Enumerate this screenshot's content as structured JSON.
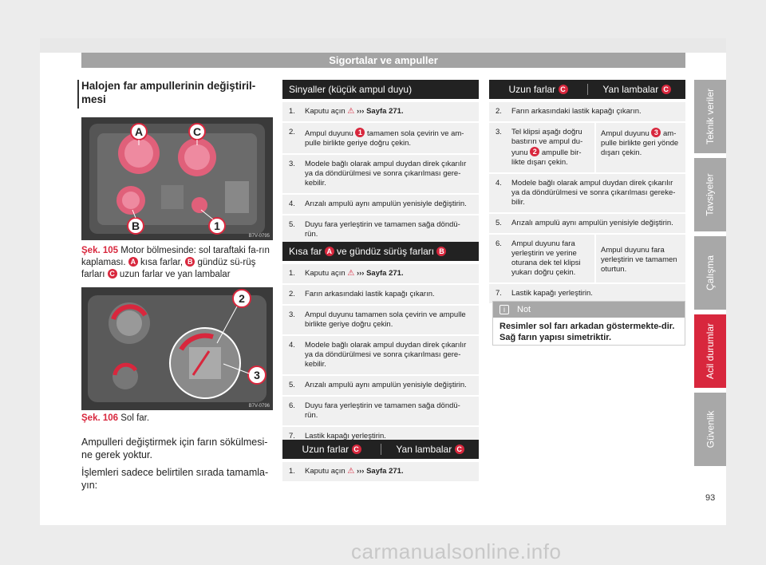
{
  "header": {
    "title": "Sigortalar ve ampuller"
  },
  "section_title": "Halojen far ampullerinin değiştiril-mesi",
  "figure105": {
    "image_code": "B7V-0795",
    "labels": [
      "A",
      "B",
      "C",
      "1"
    ],
    "caption_label": "Şek. 105",
    "caption_1": "Motor bölmesinde: sol taraftaki fa-rın kaplaması.",
    "marker_a": "A",
    "caption_2": "kısa farlar,",
    "marker_b": "B",
    "caption_3": "gündüz sü-rüş farları",
    "marker_c": "C",
    "caption_4": "uzun farlar ve yan lambalar"
  },
  "figure106": {
    "image_code": "B7V-0796",
    "labels": [
      "2",
      "3"
    ],
    "caption_label": "Şek. 106",
    "caption_1": "Sol far."
  },
  "body": {
    "p1": "Ampulleri değiştirmek için farın sökülmesi-ne gerek yoktur.",
    "p2": "İşlemleri sadece belirtilen sırada tamamla-yın:"
  },
  "table_sinyal": {
    "title": "Sinyaller (küçük ampul duyu)",
    "rows": [
      {
        "n": "1.",
        "a": "Kaputu açın",
        "ref": "››› Sayfa 271."
      },
      {
        "n": "2.",
        "a": "Ampul duyunu",
        "m": "1",
        "b": "tamamen sola çevirin ve am-pulle birlikte geriye doğru çekin."
      },
      {
        "n": "3.",
        "t": "Modele bağlı olarak ampul duydan direk çıkarılır ya da döndürülmesi ve sonra çıkarılması gere-kebilir."
      },
      {
        "n": "4.",
        "t": "Arızalı ampulü aynı ampulün yenisiyle değiştirin."
      },
      {
        "n": "5.",
        "t": "Duyu fara yerleştirin ve tamamen sağa döndü-rün."
      }
    ]
  },
  "table_kisa": {
    "title_1": "Kısa far",
    "marker_a": "A",
    "title_2": "ve gündüz sürüş farları",
    "marker_b": "B",
    "rows": [
      {
        "n": "1.",
        "a": "Kaputu açın",
        "ref": "››› Sayfa 271."
      },
      {
        "n": "2.",
        "t": "Farın arkasındaki lastik kapağı çıkarın."
      },
      {
        "n": "3.",
        "t": "Ampul duyunu tamamen sola çevirin ve ampulle birlikte geriye doğru çekin."
      },
      {
        "n": "4.",
        "t": "Modele bağlı olarak ampul duydan direk çıkarılır ya da döndürülmesi ve sonra çıkarılması gere-kebilir."
      },
      {
        "n": "5.",
        "t": "Arızalı ampulü aynı ampulün yenisiyle değiştirin."
      },
      {
        "n": "6.",
        "t": "Duyu fara yerleştirin ve tamamen sağa döndü-rün."
      },
      {
        "n": "7.",
        "t": "Lastik kapağı yerleştirin."
      }
    ]
  },
  "table_uzun_left": {
    "col1": "Uzun farlar",
    "marker1": "C",
    "col2": "Yan lambalar",
    "marker2": "C",
    "rows": [
      {
        "n": "1.",
        "a": "Kaputu açın",
        "ref": "››› Sayfa 271."
      }
    ]
  },
  "table_uzun_right": {
    "col1": "Uzun farlar",
    "marker1": "C",
    "col2": "Yan lambalar",
    "marker2": "C",
    "row2": {
      "n": "2.",
      "t": "Farın arkasındaki lastik kapağı çıkarın."
    },
    "row3": {
      "n": "3.",
      "l1": "Tel klipsi aşağı doğru bastırın ve ampul du-yunu",
      "lm": "2",
      "l2": "ampulle bir-likte dışarı çekin.",
      "r1": "Ampul duyunu",
      "rm": "3",
      "r2": "am-pulle birlikte geri yönde dışarı çekin."
    },
    "row4": {
      "n": "4.",
      "t": "Modele bağlı olarak ampul duydan direk çıkarılır ya da döndürülmesi ve sonra çıkarılması gereke-bilir."
    },
    "row5": {
      "n": "5.",
      "t": "Arızalı ampulü aynı ampulün yenisiyle değiştirin."
    },
    "row6": {
      "n": "6.",
      "l": "Ampul duyunu fara yerleştirin ve yerine oturana dek tel klipsi yukarı doğru çekin.",
      "r": "Ampul duyunu fara yerleştirin ve tamamen oturtun."
    },
    "row7": {
      "n": "7.",
      "t": "Lastik kapağı yerleştirin."
    }
  },
  "note": {
    "title": "Not",
    "text": "Resimler sol farı arkadan göstermekte-dir. Sağ farın yapısı simetriktir."
  },
  "tabs": [
    "Teknik veriler",
    "Tavsiyeler",
    "Çalışma",
    "Acil durumlar",
    "Güvenlik"
  ],
  "page_number": "93",
  "watermark": "carmanualsonline.info",
  "colors": {
    "accent": "#d8273d",
    "header_gray": "#a3a3a3",
    "table_head": "#222222",
    "row_bg": "#f0f0f0"
  }
}
